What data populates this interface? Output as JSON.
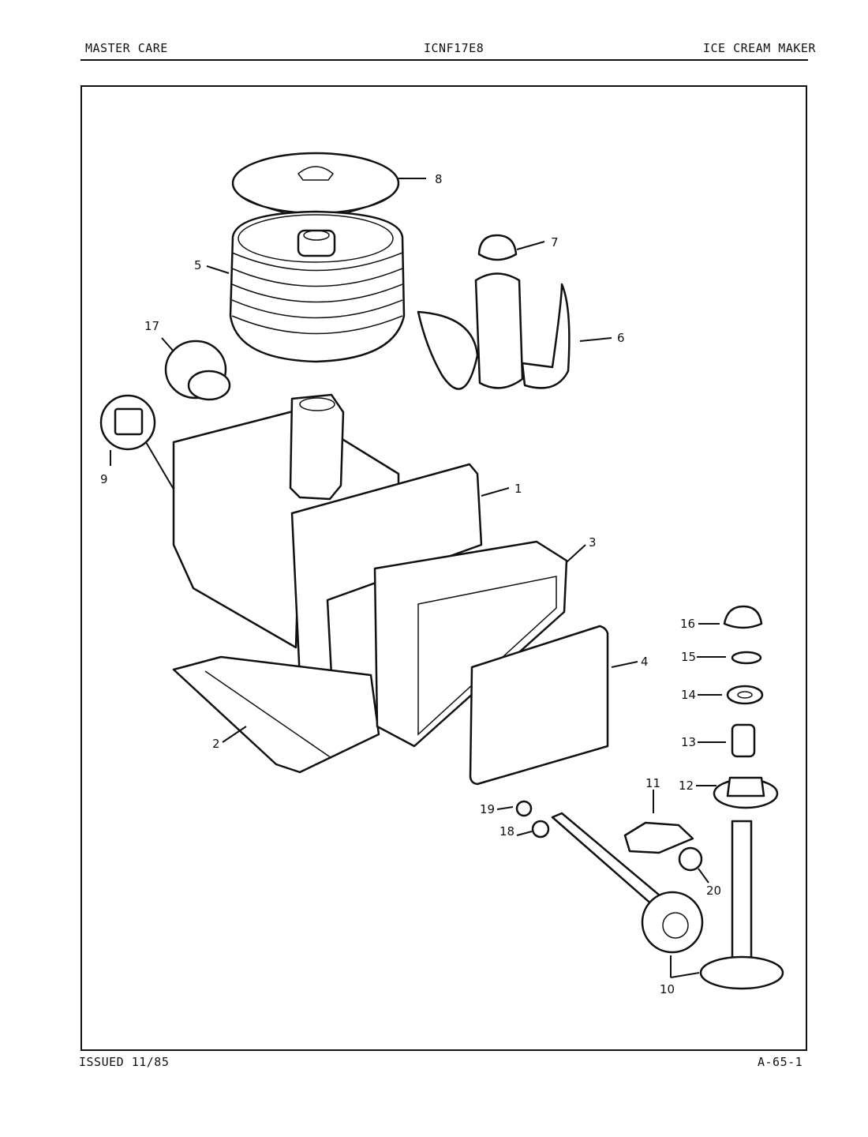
{
  "header": {
    "brand": "MASTER CARE",
    "model": "ICNF17E8",
    "product": "ICE CREAM MAKER"
  },
  "footer": {
    "issued": "ISSUED 11/85",
    "page_code": "A-65-1"
  },
  "callouts": [
    "1",
    "2",
    "3",
    "4",
    "5",
    "6",
    "7",
    "8",
    "9",
    "10",
    "11",
    "12",
    "13",
    "14",
    "15",
    "16",
    "17",
    "18",
    "19",
    "20"
  ]
}
